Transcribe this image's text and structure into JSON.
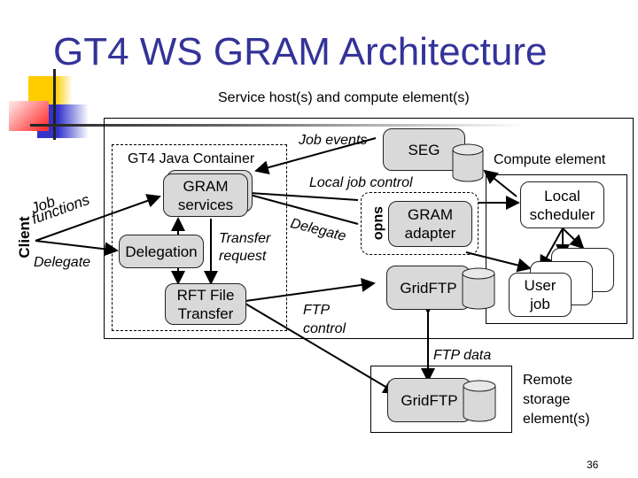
{
  "slide": {
    "title": "GT4 WS GRAM Architecture",
    "page_number": "36",
    "accent_color": "#333399"
  },
  "diagram": {
    "service_host_label": "Service host(s) and compute element(s)",
    "client_label": "Client",
    "container_label": "GT4 Java Container",
    "compute_element_label": "Compute element",
    "remote_storage_label": [
      "Remote",
      "storage",
      "element(s)"
    ],
    "nodes": {
      "gram_services": [
        "GRAM",
        "services"
      ],
      "delegation": "Delegation",
      "rft": [
        "RFT File",
        "Transfer"
      ],
      "seg": "SEG",
      "gram_adapter": [
        "GRAM",
        "adapter"
      ],
      "sudo": "sudo",
      "gridftp_local": "GridFTP",
      "gridftp_remote": "GridFTP",
      "local_scheduler": [
        "Local",
        "scheduler"
      ],
      "user_job": [
        "User",
        "job"
      ]
    },
    "edge_labels": {
      "job_functions": [
        "Job",
        "functions"
      ],
      "delegate_client": "Delegate",
      "transfer_request": [
        "Transfer",
        "request"
      ],
      "job_events": "Job events",
      "local_job_control": "Local job control",
      "delegate_adapter": "Delegate",
      "ftp_control": [
        "FTP",
        "control"
      ],
      "ftp_data": "FTP data"
    }
  }
}
